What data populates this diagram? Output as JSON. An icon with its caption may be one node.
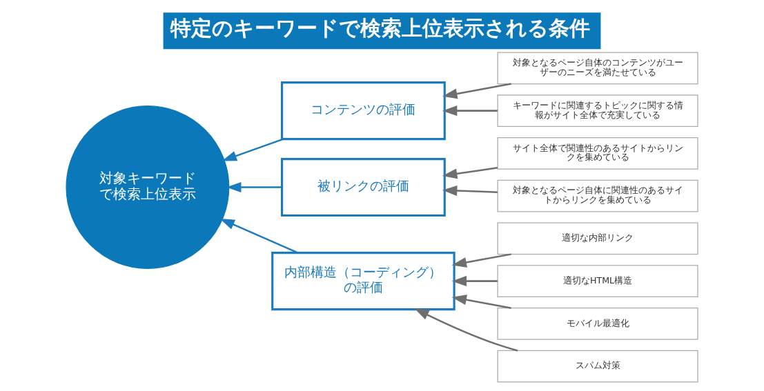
{
  "diagram": {
    "title": "特定のキーワードで検索上位表示される条件",
    "nodes": [
      {
        "text": [
          "対象キーワードで検索上位表示"
        ]
      },
      {
        "text": [
          "コンテンツの評価"
        ]
      },
      {
        "text": [
          "被リンクの評価"
        ]
      },
      {
        "text": [
          "内部構造（コーディング）の評価"
        ]
      },
      {
        "text": [
          "対象となるページ自体のコンテンツがユーザーのニーズを満たせている"
        ]
      },
      {
        "text": [
          "キーワードに関連するトピックに関する情報がサイト全体で充実している"
        ]
      },
      {
        "text": [
          "サイト全体で関連性のあるサイトからリンクを集めている"
        ]
      },
      {
        "text": [
          "対象となるページ自体に関連性のあるサイトからリンクを集めている"
        ]
      },
      {
        "text": [
          "適切な内部リンク"
        ]
      },
      {
        "text": [
          "適切なHTML構造"
        ]
      },
      {
        "text": [
          "モバイル最適化"
        ]
      },
      {
        "text": [
          "スパム対策"
        ]
      }
    ],
    "edges": [
      {
        "from": 1,
        "to": 0,
        "arrow": "to",
        "color": "#1a7bbf"
      },
      {
        "from": 2,
        "to": 0,
        "arrow": "to",
        "color": "#1a7bbf"
      },
      {
        "from": 3,
        "to": 0,
        "arrow": "to",
        "color": "#1a7bbf"
      },
      {
        "from": 4,
        "to": 1,
        "arrow": "to"
      },
      {
        "from": 5,
        "to": 1,
        "arrow": "to"
      },
      {
        "from": 6,
        "to": 2,
        "arrow": "to"
      },
      {
        "from": 7,
        "to": 2,
        "arrow": "to"
      },
      {
        "from": 8,
        "to": 3,
        "arrow": "to"
      },
      {
        "from": 9,
        "to": 3,
        "arrow": "to"
      },
      {
        "from": 10,
        "to": 3,
        "arrow": "to"
      },
      {
        "from": 11,
        "to": 3,
        "arrow": "to"
      }
    ]
  }
}
